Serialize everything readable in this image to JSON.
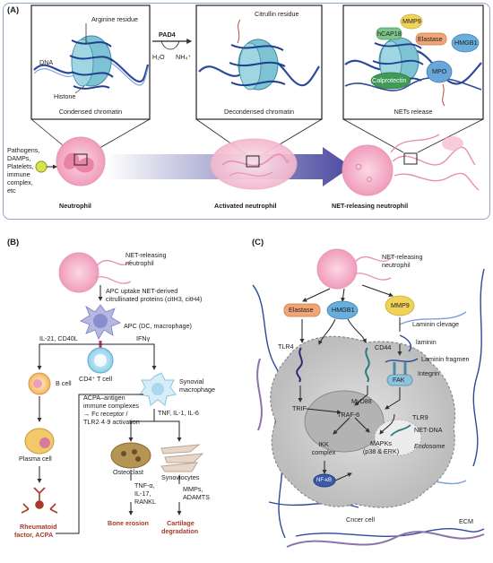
{
  "panel_a": {
    "label": "(A)",
    "arginine": "Arginine residue",
    "citrullin": "Citrullin residue",
    "dna": "DNA",
    "histone": "Histone",
    "pad4": "PAD4",
    "h2o": "H₂O",
    "nh4": "NH₄⁺",
    "condensed": "Condensed chromatin",
    "decondensed": "Decondensed chromatin",
    "nets_release": "NETs release",
    "proteins": [
      "MMP9",
      "hCAP18",
      "Elastase",
      "HMGB1",
      "Calprotectin",
      "MPO"
    ],
    "triggers": [
      "Pathogens,",
      "DAMPs,",
      "Platelets,",
      "immune",
      "complex,",
      "etc"
    ],
    "neutrophil": "Neutrophil",
    "activated": "Activated neutrophil",
    "net_releasing": "NET-releasing neutrophil"
  },
  "panel_b": {
    "label": "(B)",
    "net_neutrophil": [
      "NET-releasing",
      "neutrophil"
    ],
    "apc_uptake": [
      "APC uptake NET-derived",
      "citrullinated proteins (citH3, citH4)"
    ],
    "apc": "APC  (DC, macrophage)",
    "il21": "IL-21, CD40L",
    "ifng": "IFNγ",
    "cd4": "CD4⁺ T cell",
    "b_cell": "B cell",
    "acpa_complex": [
      "ACPA–antigen",
      "immune complexes",
      "→ Fc receptor /",
      "TLR2·4·9 activation"
    ],
    "synovial": [
      "Synovial",
      "macrophage"
    ],
    "tnf": "TNF, IL-1, IL-6",
    "plasma": "Plasma cell",
    "osteoclast": "Osteoclast",
    "synoviocytes": "Synoviocytes",
    "tnf_a": [
      "TNF-α,",
      "IL-17,",
      "RANKL"
    ],
    "mmps": [
      "MMPs,",
      "ADAMTS"
    ],
    "rf": [
      "Rheumatoid",
      "factor, ACPA"
    ],
    "bone": "Bone erosion",
    "cartilage": [
      "Cartilage",
      "degradation"
    ]
  },
  "panel_c": {
    "label": "(C)",
    "net_neutrophil": [
      "NET-releasing",
      "neutrophil"
    ],
    "elastase": "Elastase",
    "hmgb1": "HMGB1",
    "mmp9": "MMP9",
    "laminin_clevage": "Laminin clevage",
    "laminin": "laminin",
    "laminin_fragmen": "Laminin fragmen",
    "integrin": "Integrin",
    "tlr4": "TLR4",
    "cd44": "CD44",
    "fak": "FAK",
    "trif": "TRIF",
    "myd88": "MyD88",
    "tlr9": "TLR9",
    "traf6": "TRAF-6",
    "net_dna": "NET-DNA",
    "ikk": [
      "IKK",
      "complex"
    ],
    "mapks": [
      "MAPKs",
      "(p38 & ERK)"
    ],
    "endosome": "Endosome",
    "nfkb": "NF-κB",
    "cancer_cell": "Cncer cell",
    "ecm": "ECM"
  },
  "colors": {
    "border": "#8fa3c8",
    "dna": "#2c4a9a",
    "histone": "#7ec3d3",
    "neutrophil": "#f3b5cb",
    "arrow": "#5a5aa8",
    "accent_red": "#a83a2a",
    "cancer_cell": "#d6d6d6"
  }
}
